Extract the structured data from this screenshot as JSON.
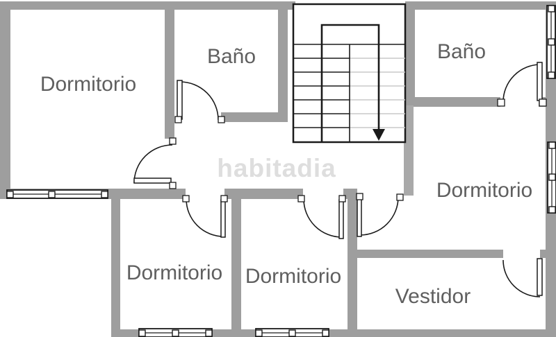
{
  "plan": {
    "watermark": "habitadia",
    "rooms": [
      {
        "name": "dormitorio-top-left",
        "label": "Dormitorio"
      },
      {
        "name": "bano-center",
        "label": "Baño"
      },
      {
        "name": "bano-right",
        "label": "Baño"
      },
      {
        "name": "dormitorio-right",
        "label": "Dormitorio"
      },
      {
        "name": "dormitorio-bottom-left",
        "label": "Dormitorio"
      },
      {
        "name": "dormitorio-bottom-center",
        "label": "Dormitorio"
      },
      {
        "name": "vestidor",
        "label": "Vestidor"
      }
    ],
    "stairs": {
      "arrow_icon": "down-arrow"
    },
    "colors": {
      "wall": "#9e9e9e",
      "wall_light": "#a9a9a9",
      "outline": "#1a1a1a",
      "step_light": "#c9c9c9",
      "label_text": "#5f5f5f",
      "watermark": "#dedede"
    }
  }
}
